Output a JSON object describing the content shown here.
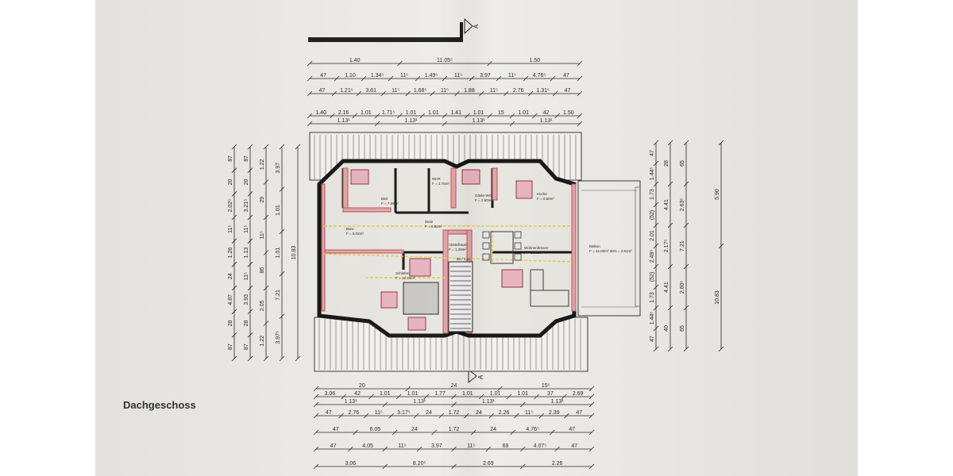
{
  "plan": {
    "title": "Dachgeschoss",
    "section_marker": "A",
    "top_dims": [
      [
        "1.40",
        "11.05⁵",
        "1.50"
      ],
      [
        "47",
        "1.10",
        "1.34⁵",
        "11⁵",
        "1.49⁵",
        "11⁵",
        "3.97",
        "11⁵",
        "4.76⁵",
        "47"
      ],
      [
        "47",
        "1.21⁵",
        "3.61",
        "11⁵",
        "1.68⁵",
        "11⁵",
        "1.88",
        "11⁵",
        "2.76",
        "1.31⁵",
        "47"
      ],
      [
        "1.40",
        "2.16",
        "1.01",
        "1.71⁵",
        "1.01",
        "1.01",
        "1.41",
        "1.01",
        "15",
        "1.01",
        "42",
        "1.50"
      ],
      [
        "1.13¹",
        "1.13¹",
        "1.13¹",
        "1.13¹"
      ]
    ],
    "bottom_dims": [
      [
        "20",
        "24",
        "15⁵"
      ],
      [
        "3.06",
        "42",
        "1.01",
        "1.01",
        "1.77",
        "1.01",
        "1.01",
        "1.01",
        "37",
        "2.69"
      ],
      [
        "1.13¹",
        "1.13¹",
        "1.13¹",
        "1.13¹"
      ],
      [
        "47",
        "2.76",
        "11⁵",
        "3.17⁵",
        "24",
        "1.72",
        "24",
        "2.26",
        "11⁵",
        "2.39",
        "47"
      ],
      [
        "47",
        "6.05",
        "24",
        "1.72",
        "24",
        "4.76⁵",
        "47"
      ],
      [
        "47",
        "4.05",
        "11⁵",
        "3.97",
        "11⁵",
        "69",
        "4.07⁵",
        "47"
      ],
      [
        "3.06",
        "8.20⁵",
        "2.69",
        "2.26"
      ]
    ],
    "left_dims": [
      [
        "87",
        "20",
        "2.02⁵",
        "11⁵",
        "1.26",
        "24",
        "4.87",
        "28",
        "87"
      ],
      [
        "87",
        "20",
        "3.21⁵",
        "11⁵",
        "1.13",
        "11⁵",
        "3.93",
        "28",
        "87"
      ],
      [
        "1.22",
        "29",
        "11⁵",
        "86",
        "2.05",
        "1.22"
      ],
      [
        "3.97",
        "1.01",
        "1.01",
        "7.21",
        "3.97⁵"
      ],
      [
        "10.83"
      ]
    ],
    "right_dims": [
      [
        "47",
        "1.44⁵",
        "1.73",
        "(52)",
        "2.01",
        "2.49⁵",
        "(52)",
        "1.73",
        "1.44⁵",
        "47"
      ],
      [
        "28",
        "4.41",
        "2.17⁵",
        "4.41",
        "40"
      ],
      [
        "65",
        "2.63⁵",
        "7.21",
        "2.60⁵",
        "65"
      ],
      [
        "5.90",
        "10.83"
      ]
    ],
    "rooms": [
      {
        "name": "Bad",
        "area": "F = 7.58m²"
      },
      {
        "name": "WHR",
        "area": "F = 3.76m²"
      },
      {
        "name": "Gäste-WC",
        "area": "F = 2.90m²"
      },
      {
        "name": "Küche",
        "area": "F = 8.80m²"
      },
      {
        "name": "Diele",
        "area": "F = 8.82m²"
      },
      {
        "name": "Büro",
        "area": "F = 8.02m²"
      },
      {
        "name": "Abstellraum",
        "area": "F = 1.40m²"
      },
      {
        "name": "Wohnen/Essen",
        "area": "F = 30.58m²"
      },
      {
        "name": "Balkon",
        "area": "F = 12.00m²  30% = 3.61m²"
      },
      {
        "name": "Schlafen",
        "area": "F = 12.15m²"
      }
    ],
    "stair_label": "50 / 1.50"
  }
}
